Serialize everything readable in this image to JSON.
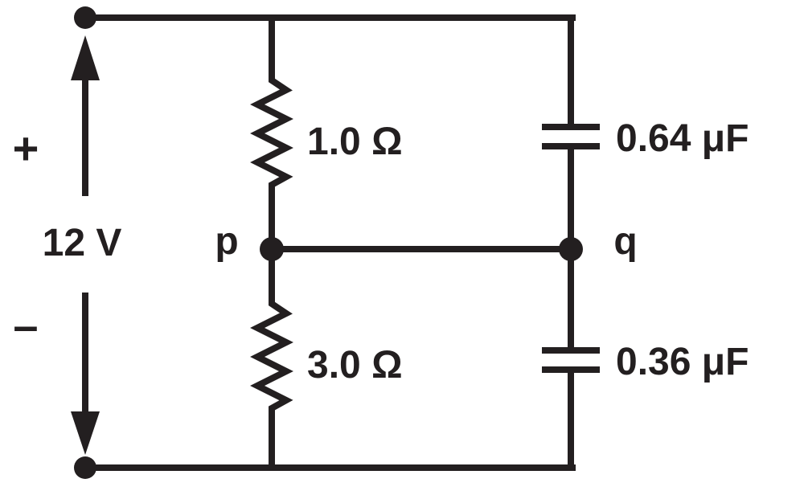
{
  "source": {
    "voltage_label": "12 V",
    "plus_sign": "+",
    "minus_sign": "–"
  },
  "resistors": [
    {
      "label": "1.0 Ω"
    },
    {
      "label": "3.0 Ω"
    }
  ],
  "capacitors": [
    {
      "label": "0.64 μF"
    },
    {
      "label": "0.36 μF"
    }
  ],
  "nodes": {
    "p": "p",
    "q": "q"
  },
  "colors": {
    "ink": "#231f20",
    "background": "#ffffff"
  }
}
